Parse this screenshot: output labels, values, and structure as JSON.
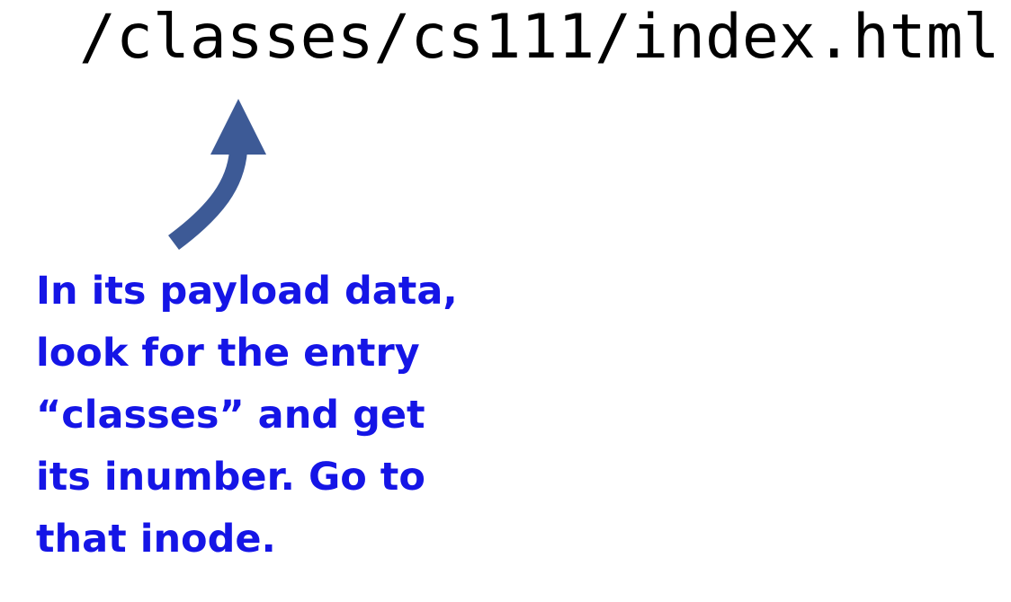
{
  "path": "/classes/cs111/index.html",
  "annotation": {
    "lines": [
      "In its payload data,",
      "look for the entry",
      "“classes” and get",
      "its inumber.  Go to",
      "that inode."
    ]
  },
  "colors": {
    "arrow": "#3d5a96",
    "annotation_text": "#1515e6",
    "path_text": "#000000"
  }
}
